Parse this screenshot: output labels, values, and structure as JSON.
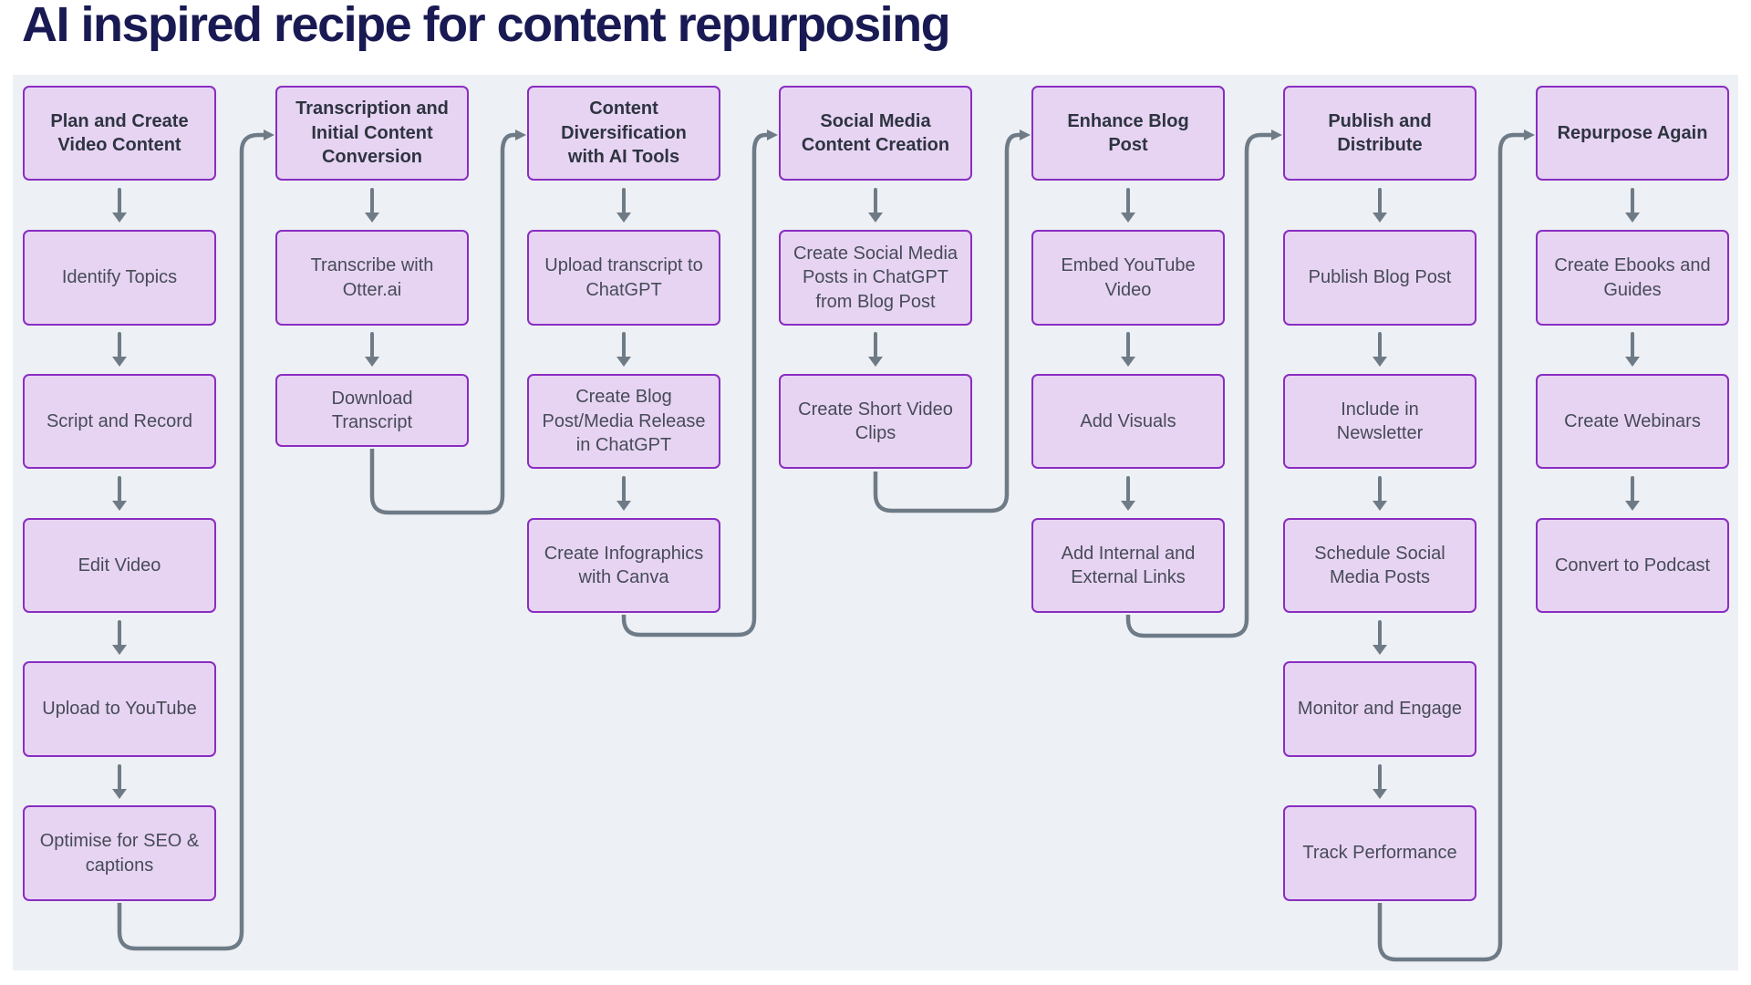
{
  "title": "AI inspired recipe for content repurposing",
  "colors": {
    "title_text": "#191a53",
    "canvas_background": "#edf0f4",
    "node_fill": "#e7d4f3",
    "node_border": "#8a2dc2",
    "node_text": "#474b57",
    "header_text": "#2e3440",
    "connector": "#6e7b87"
  },
  "columns": [
    {
      "header": "Plan and Create Video Content",
      "steps": [
        "Identify Topics",
        "Script and Record",
        "Edit Video",
        "Upload to YouTube",
        "Optimise for SEO & captions"
      ]
    },
    {
      "header": "Transcription and Initial Content Conversion",
      "steps": [
        "Transcribe with Otter.ai",
        "Download Transcript"
      ]
    },
    {
      "header": "Content Diversification with AI Tools",
      "steps": [
        "Upload transcript to ChatGPT",
        "Create Blog Post/Media Release in ChatGPT",
        "Create Infographics with Canva"
      ]
    },
    {
      "header": "Social Media Content Creation",
      "steps": [
        "Create Social Media Posts in ChatGPT from Blog Post",
        "Create Short Video Clips"
      ]
    },
    {
      "header": "Enhance Blog Post",
      "steps": [
        "Embed YouTube Video",
        "Add Visuals",
        "Add Internal and External Links"
      ]
    },
    {
      "header": "Publish and Distribute",
      "steps": [
        "Publish Blog Post",
        "Include in Newsletter",
        "Schedule Social Media Posts",
        "Monitor and Engage",
        "Track Performance"
      ]
    },
    {
      "header": "Repurpose Again",
      "steps": [
        "Create Ebooks and Guides",
        "Create Webinars",
        "Convert to Podcast"
      ]
    }
  ]
}
